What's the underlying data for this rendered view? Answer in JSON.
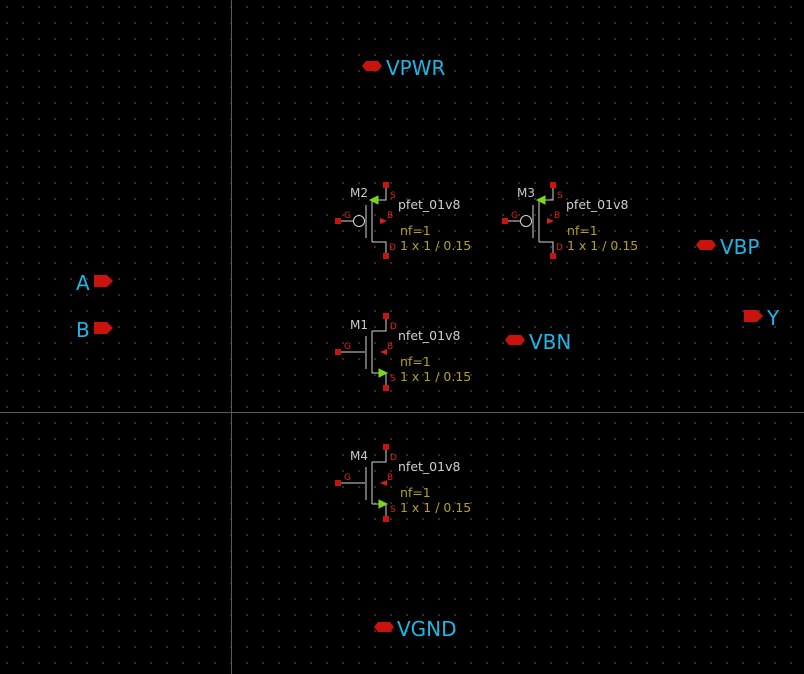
{
  "colors": {
    "background": "#000000",
    "grid_dot": "#3a3a3a",
    "axis": "#5a5a5a",
    "pin_fill": "#c8140c",
    "pin_label": "#1fb6e6",
    "wire": "#d4d4d4",
    "instance_name": "#c9c9c9",
    "param_text": "#b4a21e",
    "terminal_text": "#e0201a",
    "source_arrow": "#7cd61c"
  },
  "pins": {
    "vpwr": "VPWR",
    "vbp": "VBP",
    "a": "A",
    "b": "B",
    "y": "Y",
    "vbn": "VBN",
    "vgnd": "VGND"
  },
  "terminals": {
    "gate": "G",
    "drain": "D",
    "source": "S",
    "bulk": "B"
  },
  "devices": {
    "m2": {
      "name": "M2",
      "model": "pfet_01v8",
      "nf": "nf=1",
      "size": "1 x 1 / 0.15"
    },
    "m3": {
      "name": "M3",
      "model": "pfet_01v8",
      "nf": "nf=1",
      "size": "1 x 1 / 0.15"
    },
    "m1": {
      "name": "M1",
      "model": "nfet_01v8",
      "nf": "nf=1",
      "size": "1 x 1 / 0.15"
    },
    "m4": {
      "name": "M4",
      "model": "nfet_01v8",
      "nf": "nf=1",
      "size": "1 x 1 / 0.15"
    }
  }
}
